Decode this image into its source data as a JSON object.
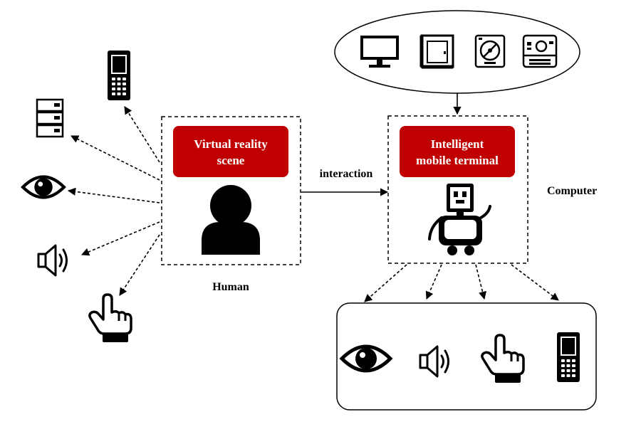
{
  "human": {
    "vr_label_line1": "Virtual reality",
    "vr_label_line2": "scene",
    "caption": "Human"
  },
  "computer": {
    "terminal_label_line1": "Intelligent",
    "terminal_label_line2": "mobile terminal",
    "caption": "Computer"
  },
  "link_label": "interaction",
  "colors": {
    "accent": "#c00000",
    "ink": "#000000",
    "background": "#ffffff"
  },
  "icons": {
    "human_side": [
      "mobile-phone-icon",
      "server-icon",
      "eye-icon",
      "speaker-icon",
      "pointing-hand-icon"
    ],
    "device_cloud": [
      "monitor-icon",
      "window-frame-icon",
      "disc-player-icon",
      "camera-icon"
    ],
    "output_panel": [
      "eye-icon",
      "speaker-icon",
      "pointing-hand-icon",
      "mobile-phone-icon"
    ]
  }
}
